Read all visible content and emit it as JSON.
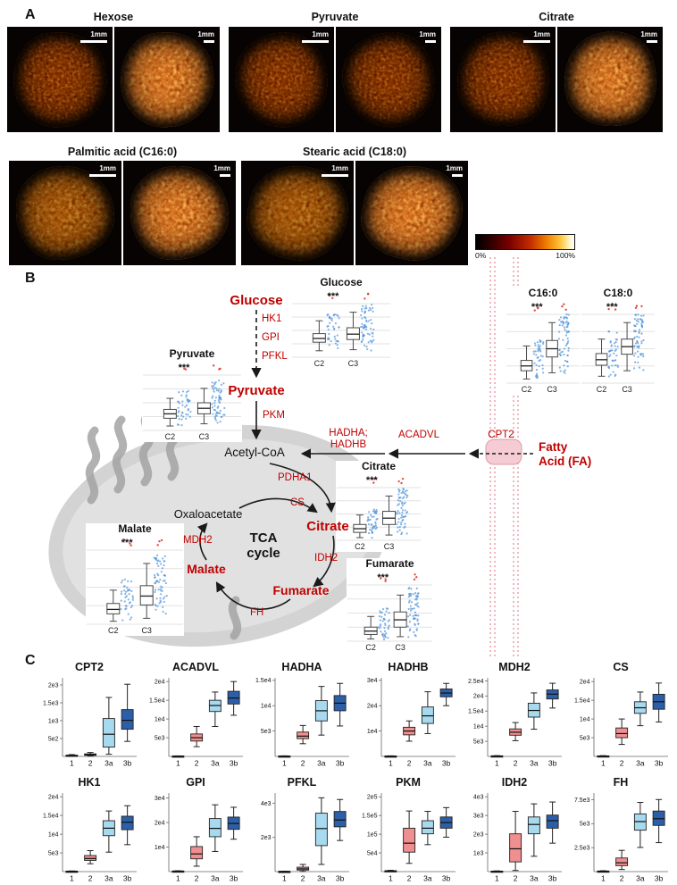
{
  "figure": {
    "panel_a_label": "A",
    "panel_b_label": "B",
    "panel_c_label": "C"
  },
  "colors": {
    "red_text": "#C00000",
    "membrane_pink": "#EAA6B2",
    "box_cat1": "#1a1a1a",
    "box_cat2": "#EF8F8F",
    "box_cat3a": "#A7D9EF",
    "box_cat3b": "#2D5FA8",
    "scatter_blue": "#4F93D8",
    "scatter_red": "#E03B2F",
    "heatmap": [
      "#000000",
      "#7a0000",
      "#c22b00",
      "#f07f00",
      "#ffc53d",
      "#ffffff"
    ]
  },
  "panel_a": {
    "row1_titles": [
      "Hexose",
      "Pyruvate",
      "Citrate"
    ],
    "row2_titles": [
      "Palmitic acid (C16:0)",
      "Stearic acid (C18:0)"
    ],
    "scale_label": "1mm",
    "colorbar": {
      "min_label": "0%",
      "max_label": "100%"
    }
  },
  "panel_b": {
    "nodes": {
      "glucose": "Glucose",
      "pyruvate": "Pyruvate",
      "acetyl": "Acetyl-CoA",
      "citrate": "Citrate",
      "oxaloacetate": "Oxaloacetate",
      "tca1": "TCA",
      "tca2": "cycle",
      "malate": "Malate",
      "fumarate": "Fumarate",
      "fatty1": "Fatty",
      "fatty2": "Acid (FA)"
    },
    "enzymes": {
      "hk1": "HK1",
      "gpi": "GPI",
      "pfkl": "PFKL",
      "pkm": "PKM",
      "pdha1": "PDHA1",
      "cs": "CS",
      "mdh2": "MDH2",
      "idh2": "IDH2",
      "fh": "FH",
      "cpt2": "CPT2",
      "acadvl": "ACADVL",
      "hadha": "HADHA;",
      "hadhb": "HADHB"
    }
  },
  "chart_data": {
    "b_glucose": {
      "type": "box",
      "panel": "B",
      "title": "Glucose",
      "significance": "***",
      "categories": [
        "C2",
        "C3"
      ],
      "ylim": [
        0,
        100
      ],
      "series": [
        {
          "name": "C2",
          "min": 12,
          "q1": 28,
          "median": 35,
          "q3": 44,
          "max": 68
        },
        {
          "name": "C3",
          "min": 14,
          "q1": 33,
          "median": 43,
          "q3": 55,
          "max": 84
        }
      ]
    },
    "b_pyruvate": {
      "type": "box",
      "panel": "B",
      "title": "Pyruvate",
      "significance": "***",
      "categories": [
        "C2",
        "C3"
      ],
      "ylim": [
        0,
        100
      ],
      "series": [
        {
          "name": "C2",
          "min": 8,
          "q1": 22,
          "median": 30,
          "q3": 38,
          "max": 58
        },
        {
          "name": "C3",
          "min": 12,
          "q1": 30,
          "median": 40,
          "q3": 50,
          "max": 76
        }
      ]
    },
    "b_c16": {
      "type": "box",
      "panel": "B",
      "title": "C16:0",
      "significance": "***",
      "categories": [
        "C2",
        "C3"
      ],
      "ylim": [
        0,
        100
      ],
      "series": [
        {
          "name": "C2",
          "min": 6,
          "q1": 18,
          "median": 25,
          "q3": 33,
          "max": 54
        },
        {
          "name": "C3",
          "min": 15,
          "q1": 38,
          "median": 50,
          "q3": 62,
          "max": 88
        }
      ]
    },
    "b_c18": {
      "type": "box",
      "panel": "B",
      "title": "C18:0",
      "significance": "***",
      "categories": [
        "C2",
        "C3"
      ],
      "ylim": [
        0,
        100
      ],
      "series": [
        {
          "name": "C2",
          "min": 10,
          "q1": 26,
          "median": 34,
          "q3": 43,
          "max": 64
        },
        {
          "name": "C3",
          "min": 18,
          "q1": 42,
          "median": 53,
          "q3": 64,
          "max": 88
        }
      ]
    },
    "b_citrate": {
      "type": "box",
      "panel": "B",
      "title": "Citrate",
      "significance": "***",
      "categories": [
        "C2",
        "C3"
      ],
      "ylim": [
        0,
        100
      ],
      "series": [
        {
          "name": "C2",
          "min": 5,
          "q1": 15,
          "median": 22,
          "q3": 30,
          "max": 48
        },
        {
          "name": "C3",
          "min": 10,
          "q1": 30,
          "median": 42,
          "q3": 55,
          "max": 84
        }
      ]
    },
    "b_fumarate": {
      "type": "box",
      "panel": "B",
      "title": "Fumarate",
      "significance": "***",
      "categories": [
        "C2",
        "C3"
      ],
      "ylim": [
        0,
        100
      ],
      "series": [
        {
          "name": "C2",
          "min": 4,
          "q1": 12,
          "median": 18,
          "q3": 25,
          "max": 44
        },
        {
          "name": "C3",
          "min": 8,
          "q1": 25,
          "median": 38,
          "q3": 52,
          "max": 82
        }
      ]
    },
    "b_malate": {
      "type": "box",
      "panel": "B",
      "title": "Malate",
      "significance": "***",
      "categories": [
        "C2",
        "C3"
      ],
      "ylim": [
        0,
        100
      ],
      "series": [
        {
          "name": "C2",
          "min": 4,
          "q1": 14,
          "median": 20,
          "q3": 28,
          "max": 46
        },
        {
          "name": "C3",
          "min": 8,
          "q1": 26,
          "median": 38,
          "q3": 52,
          "max": 82
        }
      ]
    },
    "c_cpt2": {
      "type": "box",
      "panel": "C",
      "title": "CPT2",
      "categories": [
        "1",
        "2",
        "3a",
        "3b"
      ],
      "ylim": [
        0,
        2200
      ],
      "yticks": [
        {
          "v": 500,
          "label": "5e2"
        },
        {
          "v": 1000,
          "label": "1e3"
        },
        {
          "v": 1500,
          "label": "1.5e3"
        },
        {
          "v": 2000,
          "label": "2e3"
        }
      ],
      "series": [
        {
          "name": "1",
          "min": 5,
          "q1": 15,
          "median": 25,
          "q3": 35,
          "max": 50
        },
        {
          "name": "2",
          "min": 10,
          "q1": 30,
          "median": 50,
          "q3": 70,
          "max": 110
        },
        {
          "name": "3a",
          "min": 60,
          "q1": 260,
          "median": 620,
          "q3": 1060,
          "max": 1650
        },
        {
          "name": "3b",
          "min": 420,
          "q1": 760,
          "median": 1010,
          "q3": 1310,
          "max": 2020
        }
      ]
    },
    "c_acadvl": {
      "type": "box",
      "panel": "C",
      "title": "ACADVL",
      "categories": [
        "1",
        "2",
        "3a",
        "3b"
      ],
      "ylim": [
        0,
        21000
      ],
      "yticks": [
        {
          "v": 5000,
          "label": "5e3"
        },
        {
          "v": 10000,
          "label": "1e4"
        },
        {
          "v": 15000,
          "label": "1.5e4"
        },
        {
          "v": 20000,
          "label": "2e4"
        }
      ],
      "series": [
        {
          "name": "1",
          "min": 30,
          "q1": 60,
          "median": 80,
          "q3": 100,
          "max": 140
        },
        {
          "name": "2",
          "min": 2600,
          "q1": 4100,
          "median": 5000,
          "q3": 6000,
          "max": 8000
        },
        {
          "name": "3a",
          "min": 8000,
          "q1": 12000,
          "median": 13600,
          "q3": 15000,
          "max": 17200
        },
        {
          "name": "3b",
          "min": 11000,
          "q1": 14000,
          "median": 15600,
          "q3": 17400,
          "max": 20000
        }
      ]
    },
    "c_hadha": {
      "type": "box",
      "panel": "C",
      "title": "HADHA",
      "categories": [
        "1",
        "2",
        "3a",
        "3b"
      ],
      "ylim": [
        0,
        15500
      ],
      "yticks": [
        {
          "v": 5000,
          "label": "5e3"
        },
        {
          "v": 10000,
          "label": "1e4"
        },
        {
          "v": 15000,
          "label": "1.5e4"
        }
      ],
      "series": [
        {
          "name": "1",
          "min": 20,
          "q1": 40,
          "median": 60,
          "q3": 80,
          "max": 110
        },
        {
          "name": "2",
          "min": 2500,
          "q1": 3500,
          "median": 4000,
          "q3": 4800,
          "max": 6100
        },
        {
          "name": "3a",
          "min": 4200,
          "q1": 7000,
          "median": 9000,
          "q3": 11000,
          "max": 13800
        },
        {
          "name": "3b",
          "min": 6000,
          "q1": 9000,
          "median": 10500,
          "q3": 12000,
          "max": 14400
        }
      ]
    },
    "c_hadhb": {
      "type": "box",
      "panel": "C",
      "title": "HADHB",
      "categories": [
        "1",
        "2",
        "3a",
        "3b"
      ],
      "ylim": [
        0,
        31000
      ],
      "yticks": [
        {
          "v": 10000,
          "label": "1e4"
        },
        {
          "v": 20000,
          "label": "2e4"
        },
        {
          "v": 30000,
          "label": "3e4"
        }
      ],
      "series": [
        {
          "name": "1",
          "min": 40,
          "q1": 80,
          "median": 120,
          "q3": 160,
          "max": 220
        },
        {
          "name": "2",
          "min": 6000,
          "q1": 8500,
          "median": 10000,
          "q3": 11500,
          "max": 14000
        },
        {
          "name": "3a",
          "min": 9000,
          "q1": 13000,
          "median": 16000,
          "q3": 19500,
          "max": 25500
        },
        {
          "name": "3b",
          "min": 20000,
          "q1": 23500,
          "median": 25000,
          "q3": 26600,
          "max": 28800
        }
      ]
    },
    "c_mdh2": {
      "type": "box",
      "panel": "C",
      "title": "MDH2",
      "categories": [
        "1",
        "2",
        "3a",
        "3b"
      ],
      "ylim": [
        0,
        26000
      ],
      "yticks": [
        {
          "v": 5000,
          "label": "5e3"
        },
        {
          "v": 10000,
          "label": "1e4"
        },
        {
          "v": 15000,
          "label": "1.5e4"
        },
        {
          "v": 20000,
          "label": "2e4"
        },
        {
          "v": 25000,
          "label": "2.5e4"
        }
      ],
      "series": [
        {
          "name": "1",
          "min": 40,
          "q1": 90,
          "median": 130,
          "q3": 180,
          "max": 250
        },
        {
          "name": "2",
          "min": 5200,
          "q1": 7000,
          "median": 8000,
          "q3": 9100,
          "max": 11200
        },
        {
          "name": "3a",
          "min": 9000,
          "q1": 13000,
          "median": 15200,
          "q3": 17600,
          "max": 21000
        },
        {
          "name": "3b",
          "min": 16000,
          "q1": 19000,
          "median": 20600,
          "q3": 22000,
          "max": 24200
        }
      ]
    },
    "c_cs": {
      "type": "box",
      "panel": "C",
      "title": "CS",
      "categories": [
        "1",
        "2",
        "3a",
        "3b"
      ],
      "ylim": [
        0,
        21000
      ],
      "yticks": [
        {
          "v": 5000,
          "label": "5e3"
        },
        {
          "v": 10000,
          "label": "1e4"
        },
        {
          "v": 15000,
          "label": "1.5e4"
        },
        {
          "v": 20000,
          "label": "2e4"
        }
      ],
      "series": [
        {
          "name": "1",
          "min": 30,
          "q1": 70,
          "median": 100,
          "q3": 140,
          "max": 200
        },
        {
          "name": "2",
          "min": 3200,
          "q1": 5000,
          "median": 6100,
          "q3": 7600,
          "max": 10000
        },
        {
          "name": "3a",
          "min": 8200,
          "q1": 11500,
          "median": 13000,
          "q3": 14600,
          "max": 17200
        },
        {
          "name": "3b",
          "min": 9200,
          "q1": 12600,
          "median": 14600,
          "q3": 16600,
          "max": 19600
        }
      ]
    },
    "c_hk1": {
      "type": "box",
      "panel": "C",
      "title": "HK1",
      "categories": [
        "1",
        "2",
        "3a",
        "3b"
      ],
      "ylim": [
        0,
        21000
      ],
      "yticks": [
        {
          "v": 5000,
          "label": "5e3"
        },
        {
          "v": 10000,
          "label": "1e4"
        },
        {
          "v": 15000,
          "label": "1.5e4"
        },
        {
          "v": 20000,
          "label": "2e4"
        }
      ],
      "series": [
        {
          "name": "1",
          "min": 30,
          "q1": 60,
          "median": 90,
          "q3": 120,
          "max": 170
        },
        {
          "name": "2",
          "min": 2100,
          "q1": 3000,
          "median": 3500,
          "q3": 4300,
          "max": 5600
        },
        {
          "name": "3a",
          "min": 5200,
          "q1": 9600,
          "median": 11600,
          "q3": 13600,
          "max": 16200
        },
        {
          "name": "3b",
          "min": 7200,
          "q1": 11200,
          "median": 13200,
          "q3": 14800,
          "max": 17600
        }
      ]
    },
    "c_gpi": {
      "type": "box",
      "panel": "C",
      "title": "GPI",
      "categories": [
        "1",
        "2",
        "3a",
        "3b"
      ],
      "ylim": [
        0,
        32000
      ],
      "yticks": [
        {
          "v": 10000,
          "label": "1e4"
        },
        {
          "v": 20000,
          "label": "2e4"
        },
        {
          "v": 30000,
          "label": "3e4"
        }
      ],
      "series": [
        {
          "name": "1",
          "min": 60,
          "q1": 120,
          "median": 180,
          "q3": 240,
          "max": 330
        },
        {
          "name": "2",
          "min": 2200,
          "q1": 5200,
          "median": 7200,
          "q3": 10200,
          "max": 14200
        },
        {
          "name": "3a",
          "min": 8200,
          "q1": 14200,
          "median": 17600,
          "q3": 21600,
          "max": 27200
        },
        {
          "name": "3b",
          "min": 13200,
          "q1": 17200,
          "median": 19600,
          "q3": 22200,
          "max": 26200
        }
      ]
    },
    "c_pfkl": {
      "type": "box",
      "panel": "C",
      "title": "PFKL",
      "categories": [
        "1",
        "2",
        "3a",
        "3b"
      ],
      "ylim": [
        0,
        4600
      ],
      "yticks": [
        {
          "v": 2000,
          "label": "2e3"
        },
        {
          "v": 4000,
          "label": "4e3"
        }
      ],
      "series": [
        {
          "name": "1",
          "min": 2,
          "q1": 6,
          "median": 10,
          "q3": 14,
          "max": 20
        },
        {
          "name": "2",
          "min": 10,
          "q1": 90,
          "median": 160,
          "q3": 260,
          "max": 420
        },
        {
          "name": "3a",
          "min": 420,
          "q1": 1520,
          "median": 2520,
          "q3": 3420,
          "max": 4320
        },
        {
          "name": "3b",
          "min": 1820,
          "q1": 2620,
          "median": 3020,
          "q3": 3520,
          "max": 4220
        }
      ]
    },
    "c_pkm": {
      "type": "box",
      "panel": "C",
      "title": "PKM",
      "categories": [
        "1",
        "2",
        "3a",
        "3b"
      ],
      "ylim": [
        0,
        210000
      ],
      "yticks": [
        {
          "v": 50000,
          "label": "5e4"
        },
        {
          "v": 100000,
          "label": "1e5"
        },
        {
          "v": 150000,
          "label": "1.5e5"
        },
        {
          "v": 200000,
          "label": "2e5"
        }
      ],
      "series": [
        {
          "name": "1",
          "min": 600,
          "q1": 1200,
          "median": 1800,
          "q3": 2400,
          "max": 3400
        },
        {
          "name": "2",
          "min": 22000,
          "q1": 52000,
          "median": 76000,
          "q3": 116000,
          "max": 162000
        },
        {
          "name": "3a",
          "min": 72000,
          "q1": 101000,
          "median": 116000,
          "q3": 136000,
          "max": 161000
        },
        {
          "name": "3b",
          "min": 92000,
          "q1": 116000,
          "median": 131000,
          "q3": 146000,
          "max": 171000
        }
      ]
    },
    "c_idh2": {
      "type": "box",
      "panel": "C",
      "title": "IDH2",
      "categories": [
        "1",
        "2",
        "3a",
        "3b"
      ],
      "ylim": [
        0,
        4200
      ],
      "yticks": [
        {
          "v": 1000,
          "label": "1e3"
        },
        {
          "v": 2000,
          "label": "2e3"
        },
        {
          "v": 3000,
          "label": "3e3"
        },
        {
          "v": 4000,
          "label": "4e3"
        }
      ],
      "series": [
        {
          "name": "1",
          "min": 6,
          "q1": 12,
          "median": 18,
          "q3": 26,
          "max": 38
        },
        {
          "name": "2",
          "min": 60,
          "q1": 520,
          "median": 1220,
          "q3": 2020,
          "max": 3220
        },
        {
          "name": "3a",
          "min": 820,
          "q1": 2020,
          "median": 2520,
          "q3": 2920,
          "max": 3620
        },
        {
          "name": "3b",
          "min": 1520,
          "q1": 2320,
          "median": 2720,
          "q3": 3020,
          "max": 3720
        }
      ]
    },
    "c_fh": {
      "type": "box",
      "panel": "C",
      "title": "FH",
      "categories": [
        "1",
        "2",
        "3a",
        "3b"
      ],
      "ylim": [
        0,
        8200
      ],
      "yticks": [
        {
          "v": 2500,
          "label": "2.5e3"
        },
        {
          "v": 5000,
          "label": "5e3"
        },
        {
          "v": 7500,
          "label": "7.5e3"
        }
      ],
      "series": [
        {
          "name": "1",
          "min": 10,
          "q1": 25,
          "median": 40,
          "q3": 60,
          "max": 90
        },
        {
          "name": "2",
          "min": 220,
          "q1": 620,
          "median": 920,
          "q3": 1420,
          "max": 2220
        },
        {
          "name": "3a",
          "min": 2520,
          "q1": 4320,
          "median": 5220,
          "q3": 6020,
          "max": 7220
        },
        {
          "name": "3b",
          "min": 3020,
          "q1": 4820,
          "median": 5520,
          "q3": 6320,
          "max": 7520
        }
      ]
    }
  }
}
